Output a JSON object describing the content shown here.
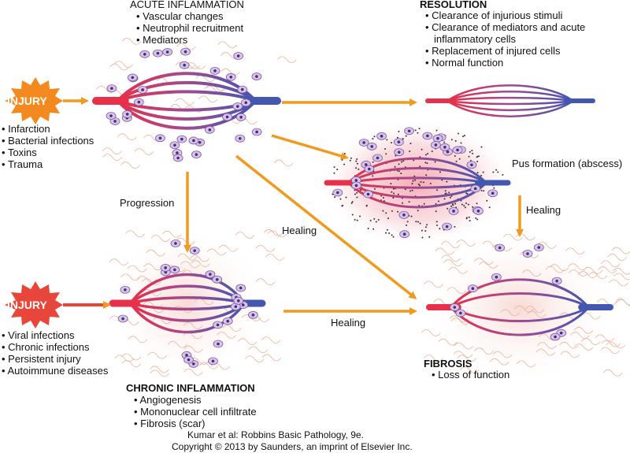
{
  "acute": {
    "title": "ACUTE INFLAMMATION",
    "items": [
      "Vascular changes",
      "Neutrophil recruitment",
      "Mediators"
    ]
  },
  "resolution": {
    "title": "RESOLUTION",
    "items": [
      "Clearance of injurious stimuli",
      "Clearance of mediators and acute",
      "inflammatory cells",
      "Replacement of injured cells",
      "Normal function"
    ]
  },
  "injury_acute": {
    "label": "INJURY",
    "causes": [
      "Infarction",
      "Bacterial infections",
      "Toxins",
      "Trauma"
    ]
  },
  "injury_chronic": {
    "label": "INJURY",
    "causes": [
      "Viral infections",
      "Chronic infections",
      "Persistent injury",
      "Autoimmune diseases"
    ]
  },
  "chronic": {
    "title": "CHRONIC INFLAMMATION",
    "items": [
      "Angiogenesis",
      "Mononuclear cell infiltrate",
      "Fibrosis (scar)"
    ]
  },
  "fibrosis": {
    "title": "FIBROSIS",
    "items": [
      "Loss of function"
    ]
  },
  "arrows": {
    "progression": "Progression",
    "healing_diag": "Healing",
    "healing_horizontal": "Healing",
    "healing_abscess": "Healing",
    "pus": "Pus formation (abscess)"
  },
  "credit": {
    "line1": "Kumar et al: Robbins Basic Pathology, 9e.",
    "line2": "Copyright © 2013  by Saunders, an imprint of Elsevier Inc."
  },
  "colors": {
    "arrow": "#f29a1f",
    "artery": "#e03a4e",
    "vein": "#4a5fb0",
    "injury": "#f28a1f",
    "injury_chronic": "#e83a3a",
    "cell": "#d8c4ea"
  }
}
